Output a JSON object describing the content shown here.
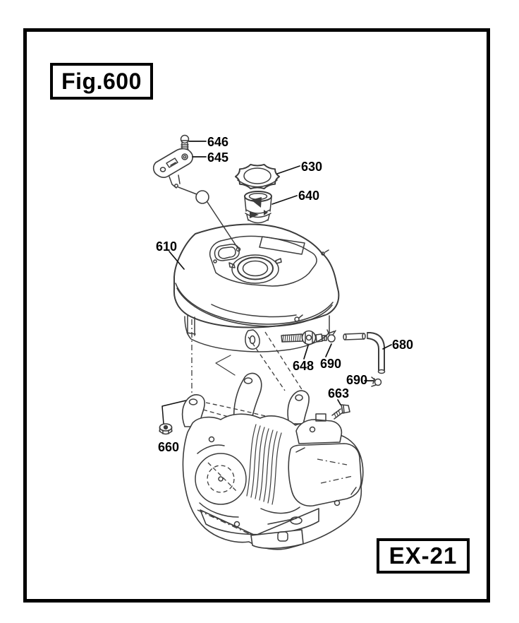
{
  "figure": {
    "label": "Fig.600"
  },
  "model": {
    "label": "EX-21"
  },
  "callouts": [
    {
      "number": "646"
    },
    {
      "number": "645"
    },
    {
      "number": "630"
    },
    {
      "number": "640"
    },
    {
      "number": "610"
    },
    {
      "number": "680"
    },
    {
      "number": "648"
    },
    {
      "number": "690"
    },
    {
      "number": "690"
    },
    {
      "number": "663"
    },
    {
      "number": "660"
    }
  ],
  "colors": {
    "ink": "#000000",
    "line": "#3c3c3c",
    "background": "#ffffff"
  }
}
